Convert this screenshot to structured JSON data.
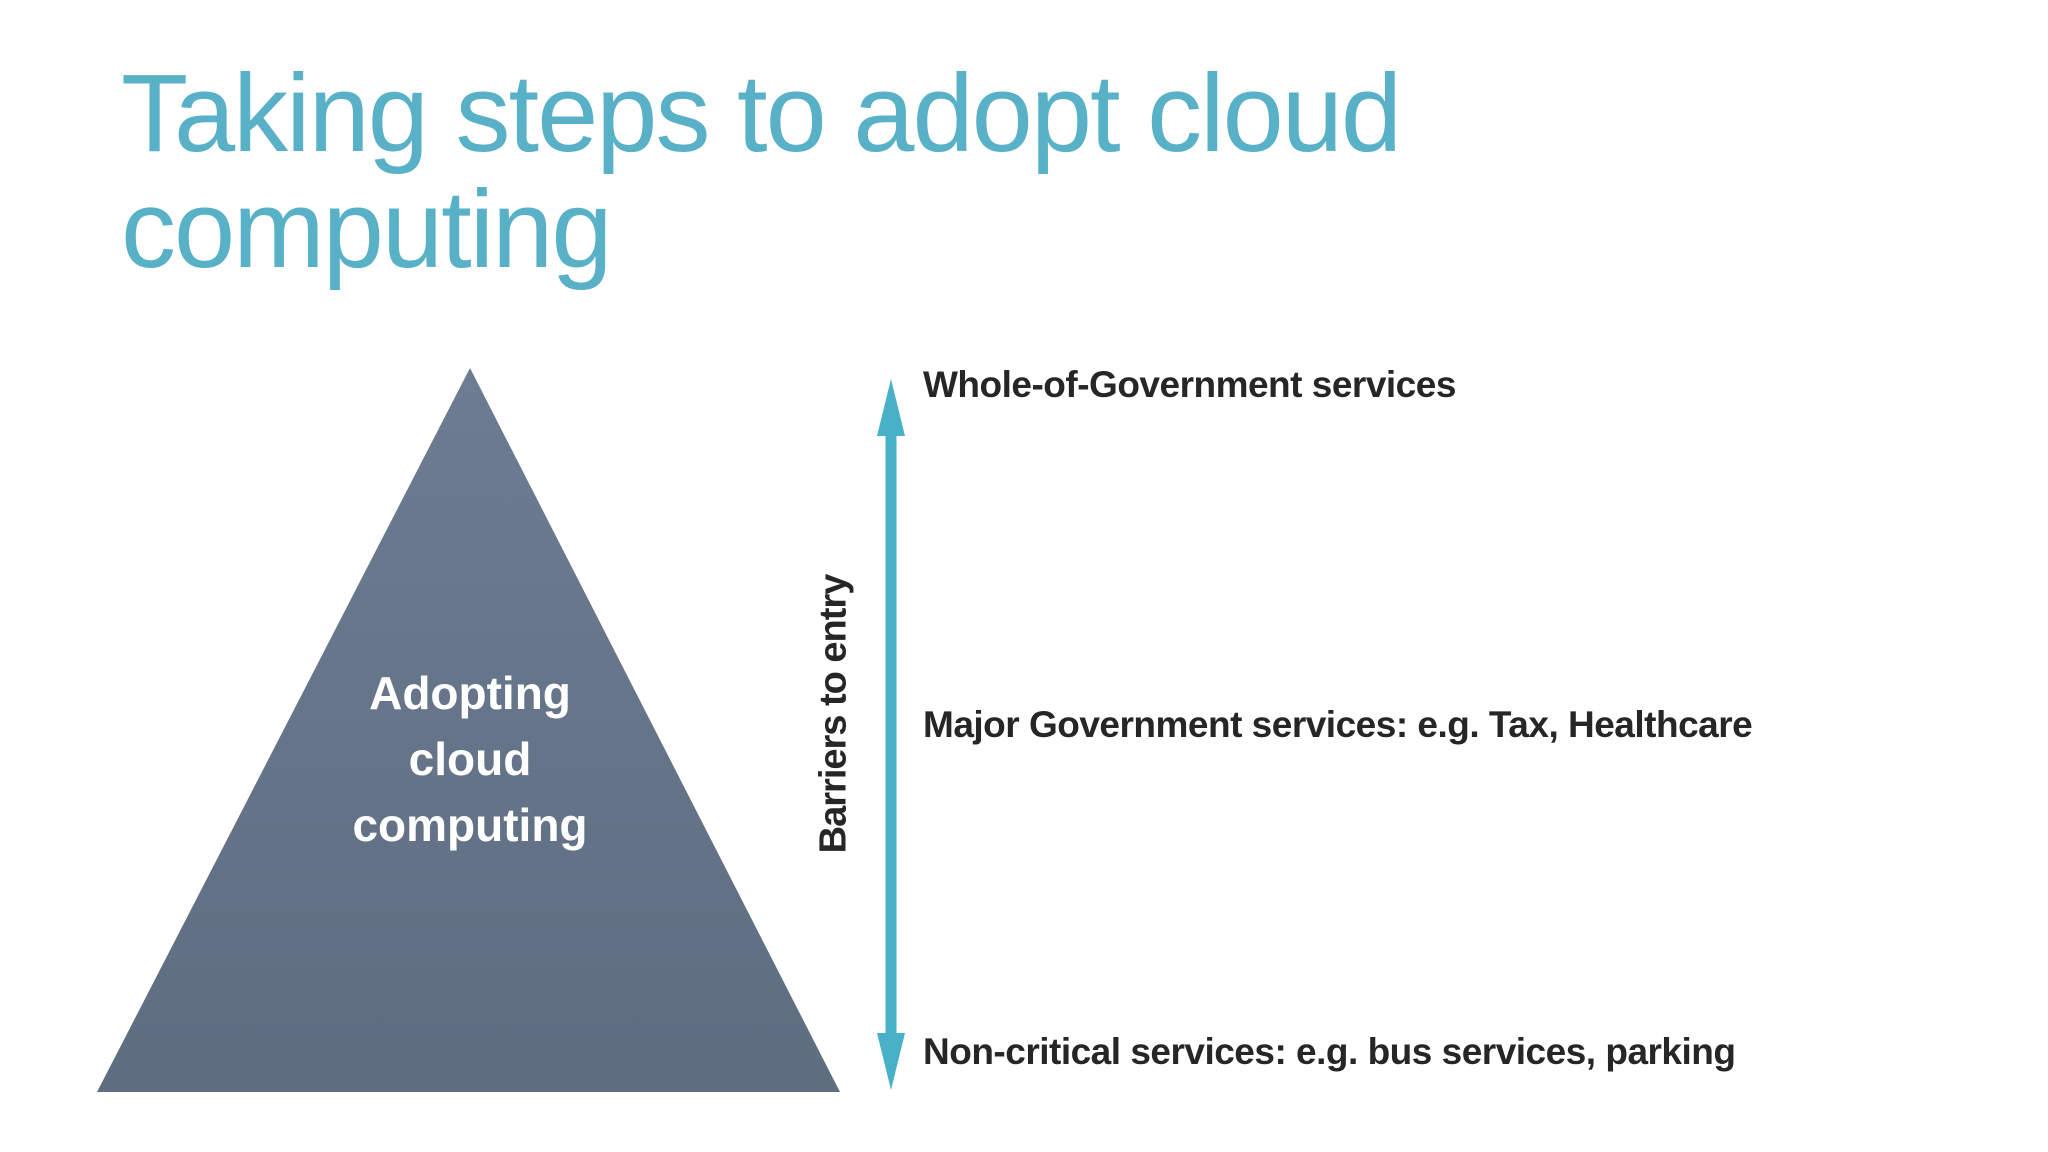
{
  "slide": {
    "title": "Taking steps to adopt cloud\ncomputing",
    "title_color": "#58B1C6",
    "text_color": "#262626",
    "background_color": "#FFFFFF",
    "pyramid": {
      "label": "Adopting\ncloud\ncomputing",
      "label_color": "#FFFFFF",
      "fill_top": "#6D7C92",
      "fill_bottom": "#5E6D80"
    },
    "axis": {
      "label": "Barriers to entry",
      "arrow_color": "#48B1C8"
    },
    "levels": [
      {
        "position": "top",
        "label": "Whole-of-Government services"
      },
      {
        "position": "middle",
        "label": "Major Government services: e.g. Tax, Healthcare"
      },
      {
        "position": "bottom",
        "label": "Non-critical services: e.g. bus services, parking"
      }
    ]
  }
}
